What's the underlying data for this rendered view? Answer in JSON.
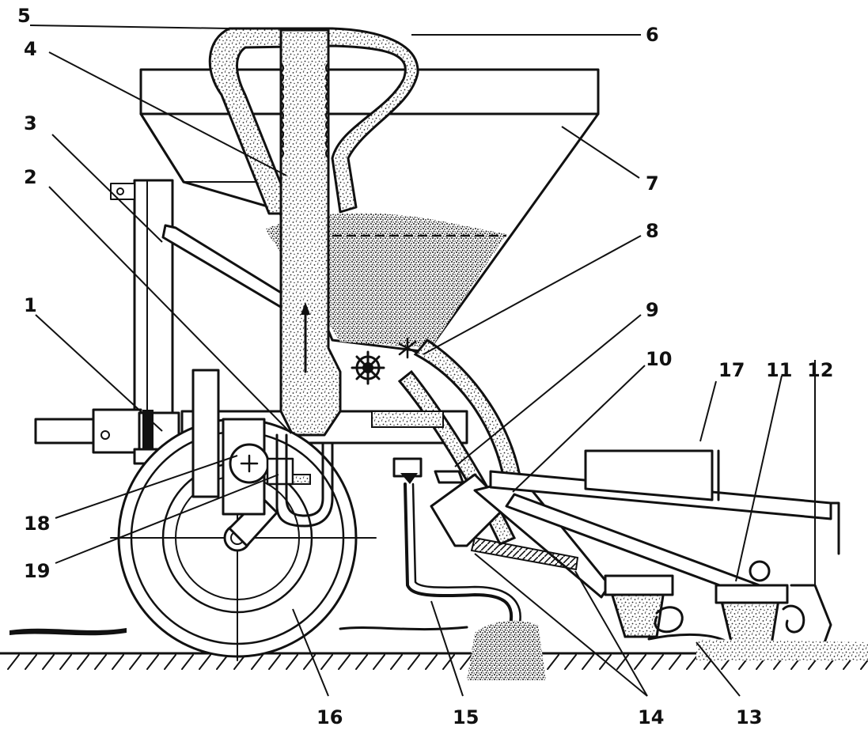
{
  "diagram": {
    "labels": {
      "l1": "1",
      "l2": "2",
      "l3": "3",
      "l4": "4",
      "l5": "5",
      "l6": "6",
      "l7": "7",
      "l8": "8",
      "l9": "9",
      "l10": "10",
      "l11": "11",
      "l12": "12",
      "l13": "13",
      "l14": "14",
      "l15": "15",
      "l16": "16",
      "l17": "17",
      "l18": "18",
      "l19": "19"
    }
  },
  "colors": {
    "ink": "#111111",
    "paper": "#ffffff",
    "grain": "#2a2a2a"
  }
}
